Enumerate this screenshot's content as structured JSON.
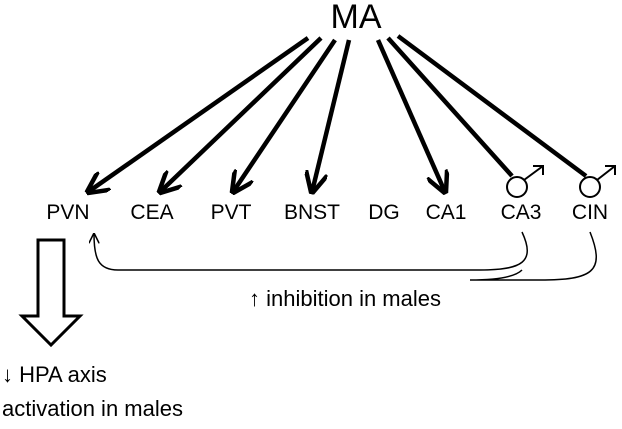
{
  "diagram": {
    "source": "MA",
    "regions": [
      "PVN",
      "CEA",
      "PVT",
      "BNST",
      "DG",
      "CA1",
      "CA3",
      "CIN"
    ],
    "male_symbol": "♂",
    "feedback_label": "↑ inhibition in males",
    "outcome_line1": "↓ HPA axis",
    "outcome_line2": "activation in males"
  }
}
